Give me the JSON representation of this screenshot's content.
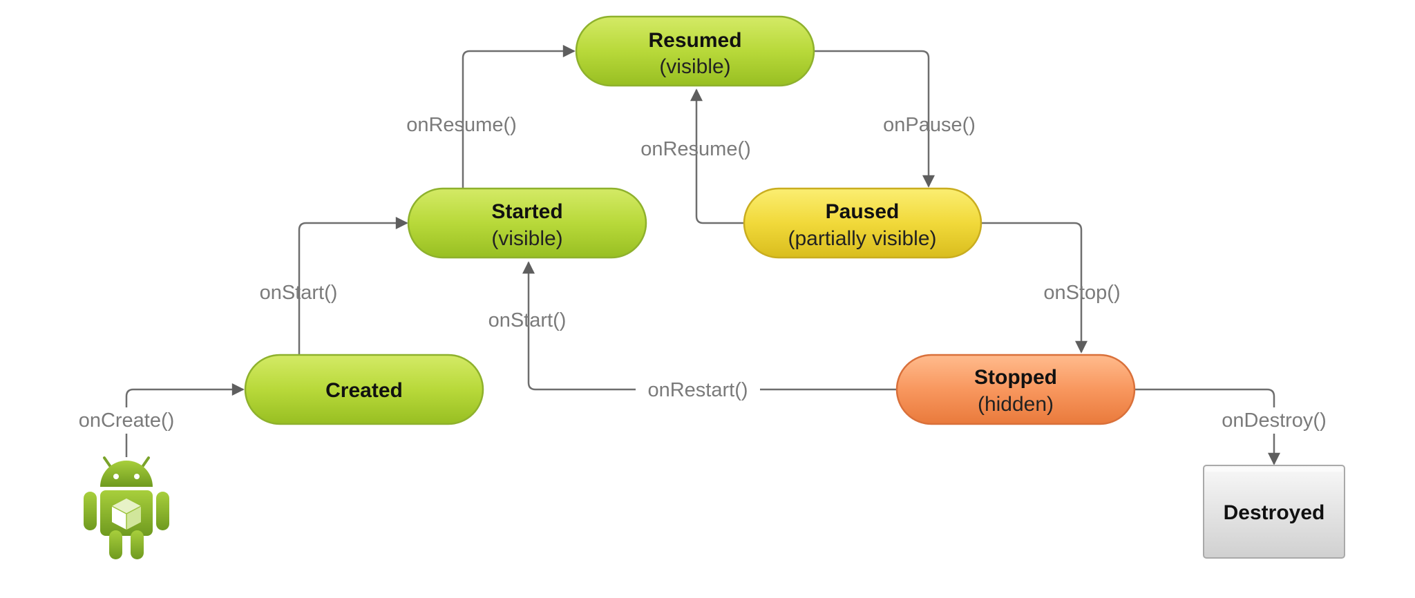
{
  "states": {
    "resumed": {
      "title": "Resumed",
      "subtitle": "(visible)"
    },
    "started": {
      "title": "Started",
      "subtitle": "(visible)"
    },
    "paused": {
      "title": "Paused",
      "subtitle": "(partially visible)"
    },
    "created": {
      "title": "Created"
    },
    "stopped": {
      "title": "Stopped",
      "subtitle": "(hidden)"
    },
    "destroyed": {
      "title": "Destroyed"
    }
  },
  "transitions": {
    "on_resume_from_started": "onResume()",
    "on_resume_from_paused": "onResume()",
    "on_pause": "onPause()",
    "on_start_from_created": "onStart()",
    "on_start_from_stopped": "onStart()",
    "on_stop": "onStop()",
    "on_restart": "onRestart()",
    "on_create": "onCreate()",
    "on_destroy": "onDestroy()"
  },
  "icons": {
    "entry": "android-robot-icon"
  },
  "colors": {
    "green_state": "#b2d235",
    "yellow_state": "#f2dc3c",
    "orange_state": "#f7955f",
    "gray_state": "#e2e2e2",
    "connector": "#6e6e6e",
    "android_green": "#8fbb2c"
  }
}
